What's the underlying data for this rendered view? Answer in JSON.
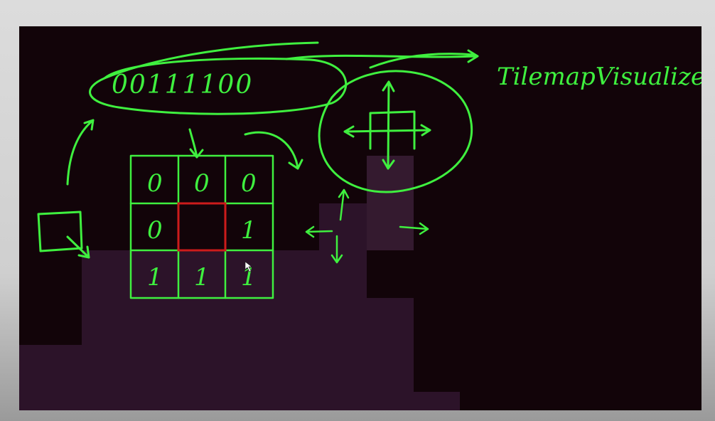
{
  "annotation": {
    "binary_sequence": "00111100",
    "title": "TilemapVisualizer"
  },
  "neighbor_grid": {
    "cells": [
      "0",
      "0",
      "0",
      "0",
      "",
      "1",
      "1",
      "1",
      "1"
    ],
    "highlight_color": "#cc1b1b",
    "line_color": "#3ff03f"
  },
  "colors": {
    "background": "#120409",
    "floor": "#2c1329",
    "floor_light": "#35192f",
    "ink": "#3ff03f"
  }
}
